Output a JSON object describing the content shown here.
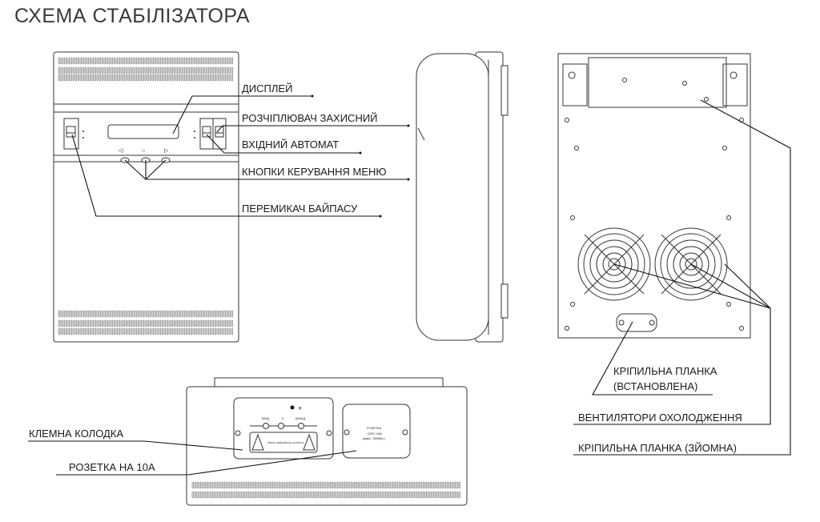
{
  "title": "СХЕМА СТАБІЛІЗАТОРА",
  "labels": {
    "display": "ДИСПЛЕЙ",
    "breaker_protective": "РОЗЧІПЛЮВАЧ ЗАХИСНИЙ",
    "input_breaker": "ВХІДНИЙ АВТОМАТ",
    "menu_buttons": "КНОПКИ КЕРУВАННЯ МЕНЮ",
    "bypass_switch": "ПЕРЕМИКАЧ БАЙПАСУ",
    "mount_bar_installed_1": "КРІПИЛЬНА ПЛАНКА",
    "mount_bar_installed_2": "(ВСТАНОВЛЕНА)",
    "cooling_fans": "ВЕНТИЛЯТОРИ ОХОЛОДЖЕННЯ",
    "mount_bar_removable": "КРІПИЛЬНА ПЛАНКА (ЗЙОМНА)",
    "terminal_block": "КЛЕМНА КОЛОДКА",
    "socket_10a": "РОЗЕТКА НА 10А"
  },
  "terminal": {
    "in": "ВХІД",
    "zero": "0",
    "out": "ВИХІД",
    "warning": "УВАГА! НЕБЕЗПЕЧНА НАПРУГА",
    "ground": "⏚"
  },
  "socket": {
    "title": "РОЗЕТКА",
    "rating": "~230V 16A",
    "max": "(макс. 3500Вт.)"
  },
  "front_buttons": {
    "left": "◁",
    "center": "○",
    "right": "▷"
  }
}
